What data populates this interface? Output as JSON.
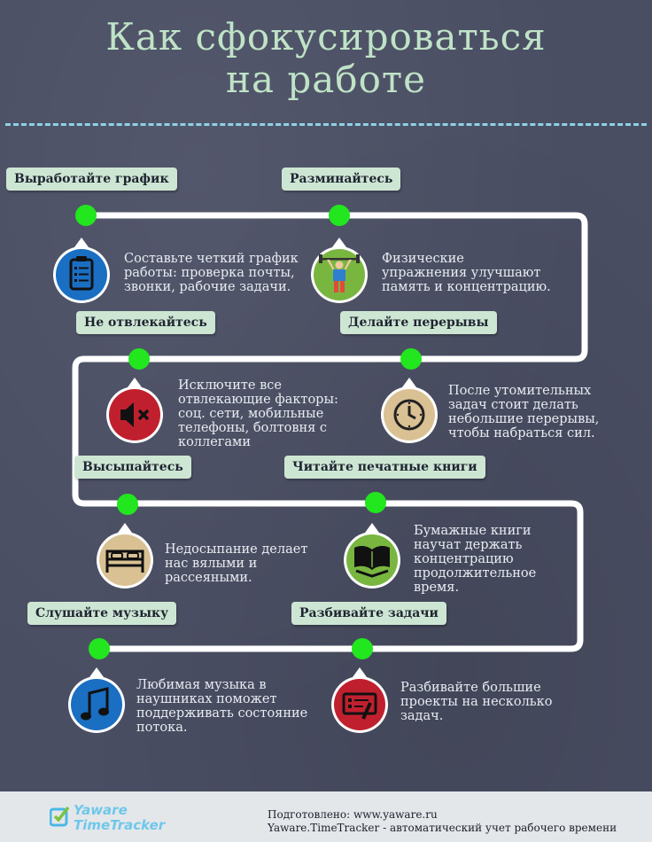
{
  "title": {
    "line1": "Как сфокусироваться",
    "line2": "на работе"
  },
  "colors": {
    "node": "#22e61e",
    "path": "#ffffff",
    "label_bg": "#cde6d4",
    "title": "#bfe3c7",
    "background": "#4a4e63"
  },
  "steps": [
    {
      "label": "Выработайте график",
      "icon": "clipboard-icon",
      "icon_bg": "#1a6fc2",
      "desc": [
        "Составьте четкий график",
        "работы: проверка почты,",
        "звонки, рабочие задачи."
      ]
    },
    {
      "label": "Разминайтесь",
      "icon": "weightlifter-icon",
      "icon_bg": "#79b640",
      "desc": [
        "Физические",
        "упражнения улучшают",
        "память и концентрацию."
      ]
    },
    {
      "label": "Не отвлекайтесь",
      "icon": "mute-speaker-icon",
      "icon_bg": "#c0202e",
      "desc": [
        "Исключите все",
        "отвлекающие факторы:",
        "соц. сети, мобильные",
        "телефоны, болтовня с",
        "коллегами"
      ]
    },
    {
      "label": "Делайте перерывы",
      "icon": "clock-icon",
      "icon_bg": "#d9c194",
      "desc": [
        "После утомительных",
        "задач стоит делать",
        "небольшие перерывы,",
        "чтобы набраться сил."
      ]
    },
    {
      "label": "Высыпайтесь",
      "icon": "bed-icon",
      "icon_bg": "#d9c194",
      "desc": [
        "Недосыпание делает",
        "нас вялыми и",
        "рассеяными."
      ]
    },
    {
      "label": "Читайте печатные книги",
      "icon": "book-icon",
      "icon_bg": "#79b640",
      "desc": [
        "Бумажные книги",
        "научат держать",
        "концентрацию",
        "продолжительное",
        "время."
      ]
    },
    {
      "label": "Слушайте музыку",
      "icon": "music-note-icon",
      "icon_bg": "#1a6fc2",
      "desc": [
        "Любимая музыка в",
        "наушниках поможет",
        "поддерживать состояние",
        "потока."
      ]
    },
    {
      "label": "Разбивайте задачи",
      "icon": "task-list-icon",
      "icon_bg": "#c0202e",
      "desc": [
        "Разбивайте большие",
        "проекты на несколько",
        "задач."
      ]
    }
  ],
  "footer": {
    "logo_line1": "Yaware",
    "logo_line2": "TimeTracker",
    "credit_line1": "Подготовлено:  www.yaware.ru",
    "credit_line2": "Yaware.TimeTracker - автоматический учет рабочего времени"
  }
}
